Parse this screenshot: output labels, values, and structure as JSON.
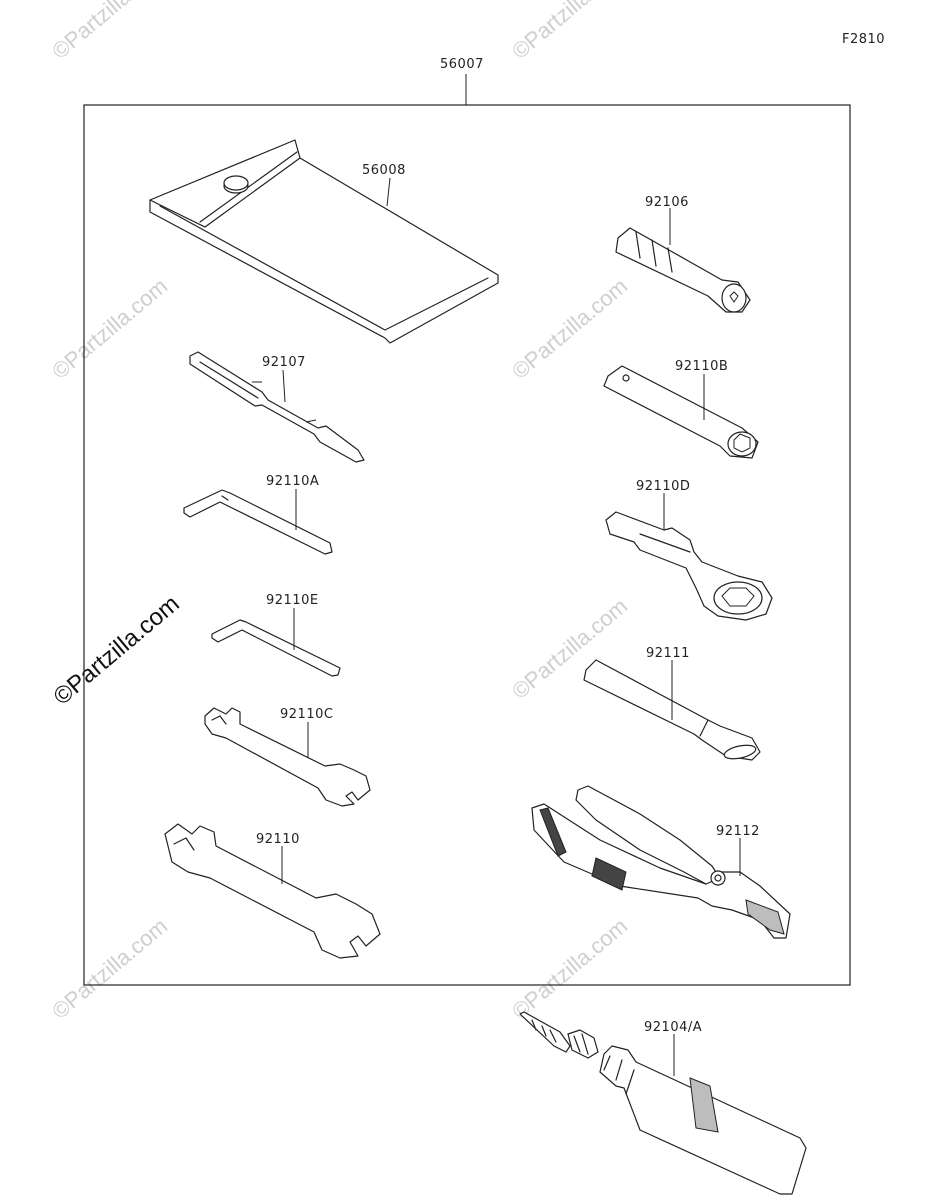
{
  "figure_code": "F2810",
  "watermarks": {
    "faint": "©Partzilla.com",
    "prominent": "©Partzilla.com"
  },
  "assembly": {
    "part_number": "56007"
  },
  "parts": {
    "bag": {
      "part_number": "56008",
      "name_icon": "tool-bag-icon"
    },
    "screwdriver": {
      "part_number": "92107",
      "name_icon": "screwdriver-icon"
    },
    "hex_key_large": {
      "part_number": "92110A",
      "name_icon": "hex-key-icon"
    },
    "hex_key_small": {
      "part_number": "92110E",
      "name_icon": "hex-key-icon"
    },
    "wrench_small": {
      "part_number": "92110C",
      "name_icon": "open-end-wrench-icon"
    },
    "wrench_large": {
      "part_number": "92110",
      "name_icon": "open-end-wrench-icon"
    },
    "plug_tool": {
      "part_number": "92106",
      "name_icon": "plug-tool-icon"
    },
    "box_wrench": {
      "part_number": "92110B",
      "name_icon": "box-wrench-icon"
    },
    "ring_wrench": {
      "part_number": "92110D",
      "name_icon": "ring-wrench-icon"
    },
    "handle_bar": {
      "part_number": "92111",
      "name_icon": "handle-bar-icon"
    },
    "pliers": {
      "part_number": "92112",
      "name_icon": "pliers-icon"
    },
    "grease_tube": {
      "part_number": "92104/A",
      "name_icon": "grease-tube-icon"
    }
  }
}
